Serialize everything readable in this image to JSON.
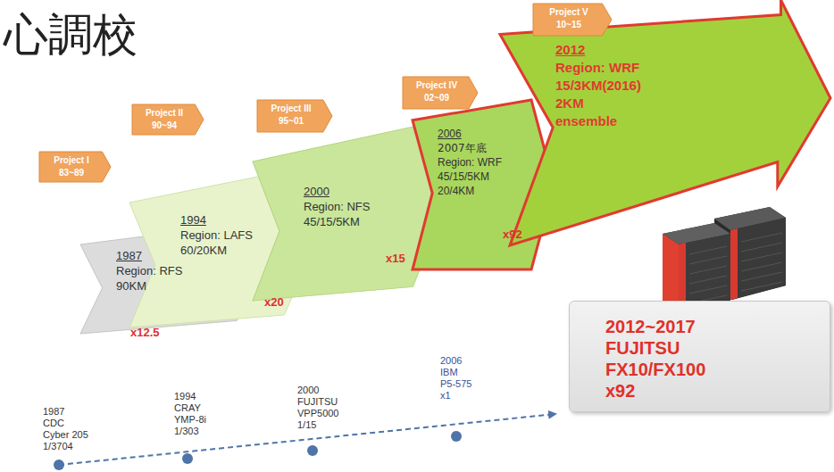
{
  "diagram": {
    "title": "心調校",
    "nodes": [
      {
        "text": [
          "Project I",
          "83~89"
        ]
      },
      {
        "text": [
          "Project II",
          "90~94"
        ]
      },
      {
        "text": [
          "Project III",
          "95~01"
        ]
      },
      {
        "text": [
          "Project IV",
          "02~09"
        ]
      },
      {
        "text": [
          "Project V",
          "10~15"
        ]
      },
      {
        "text": [
          "1987",
          "Region: RFS",
          "90KM"
        ]
      },
      {
        "text": [
          "1994",
          "Region: LAFS",
          "60/20KM"
        ]
      },
      {
        "text": [
          "2000",
          "Region: NFS",
          "45/15/5KM"
        ]
      },
      {
        "text": [
          "2006",
          "2007年底",
          "Region: WRF",
          "45/15/5KM",
          "20/4KM"
        ]
      },
      {
        "text": [
          "2012",
          "Region: WRF",
          "15/3KM(2016)",
          "2KM",
          "ensemble"
        ]
      },
      {
        "text": [
          "2012~2017",
          "FUJITSU",
          "FX10/FX100",
          "x92"
        ]
      }
    ],
    "labels": [
      "x12.5",
      "x20",
      "x15",
      "x92",
      "1987",
      "CDC",
      "Cyber 205",
      "1/3704",
      "1994",
      "CRAY",
      "YMP-8i",
      "1/303",
      "2000",
      "FUJITSU",
      "VPP5000",
      "1/15",
      "2006",
      "IBM",
      "P5-575",
      "x1"
    ]
  }
}
